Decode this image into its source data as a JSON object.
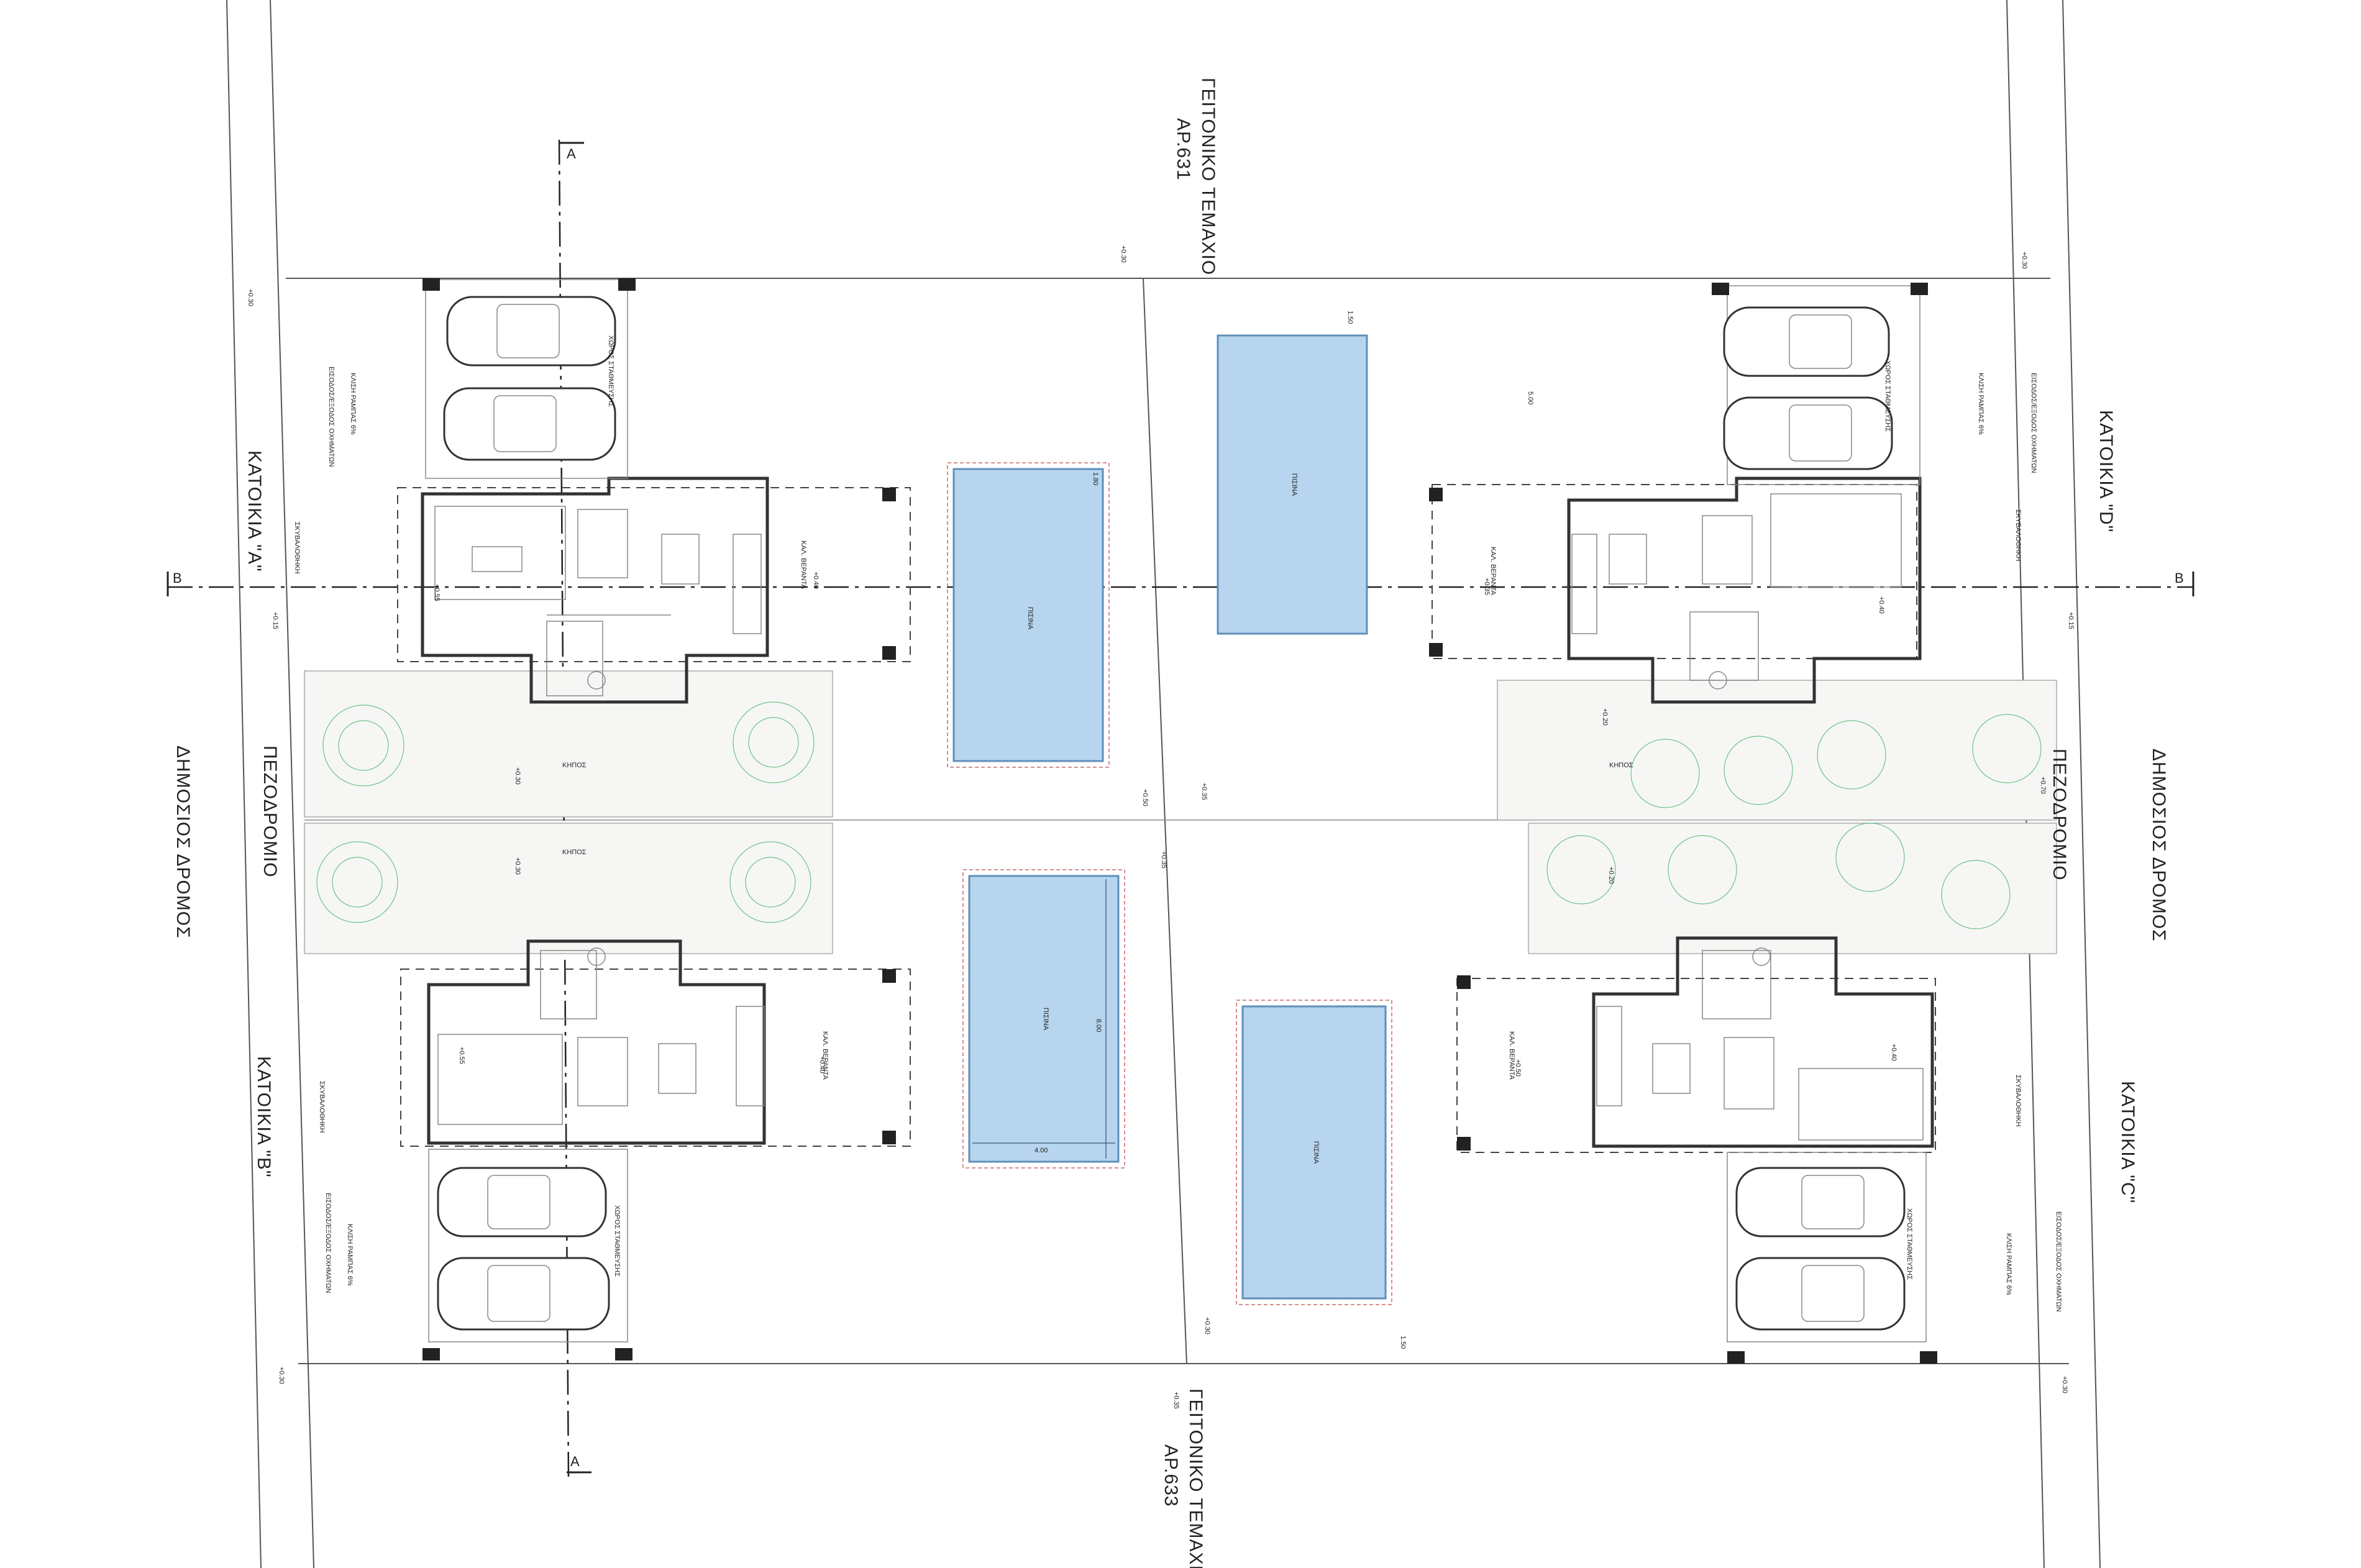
{
  "neighbours": {
    "top": {
      "line1": "ΓΕΙΤΟΝΙΚΟ ΤΕΜΑΧΙΟ",
      "line2": "ΑΡ.631"
    },
    "bottom": {
      "line1": "ΓΕΙΤΟΝΙΚΟ ΤΕΜΑΧΙΟ",
      "line2": "ΑΡ.633"
    }
  },
  "streets": {
    "left_road": "ΔΗΜΟΣΙΟΣ ΔΡΟΜΟΣ",
    "left_sidewalk": "ΠΕΖΟΔΡΟΜΙΟ",
    "right_road": "ΔΗΜΟΣΙΟΣ ΔΡΟΜΟΣ",
    "right_sidewalk": "ΠΕΖΟΔΡΟΜΙΟ"
  },
  "houses": {
    "a": "ΚΑΤΟΙΚΙΑ \"Α\"",
    "b": "ΚΑΤΟΙΚΙΑ \"Β\"",
    "c": "ΚΑΤΟΙΚΙΑ \"C\"",
    "d": "ΚΑΤΟΙΚΙΑ \"D\""
  },
  "sections": {
    "a_top": "A",
    "a_bottom": "A",
    "b_left": "B",
    "b_right": "B"
  },
  "labels": {
    "pool": "ΠΙΣΙΝΑ",
    "garden": "ΚΗΠΟΣ",
    "veranda": "ΚΑΛ. ΒΕΡΑΝΤΑ",
    "entrance": "ΕΙΣΟΔΟΣ/ΕΞΟΔΟΣ ΟΧΗΜΑΤΩΝ",
    "ramp": "ΚΛΙΣΗ ΡΑΜΠΑΣ 6%",
    "storage": "ΣΚΥΒΑΛΟΘΗΚΗ",
    "parking": "ΧΩΡΟΣ ΣΤΑΘΜΕΥΣΗΣ"
  },
  "levels": {
    "l1": "+0.30",
    "l2": "+0.35",
    "l3": "+0.20",
    "l4": "+0.40",
    "l5": "+0.55",
    "l6": "+0.50",
    "l7": "+0.15",
    "l8": "+0.70"
  },
  "dims": {
    "d1": "1.50",
    "d2": "1.80",
    "d3": "8.00",
    "d4": "4.00",
    "d5": "5.00"
  }
}
